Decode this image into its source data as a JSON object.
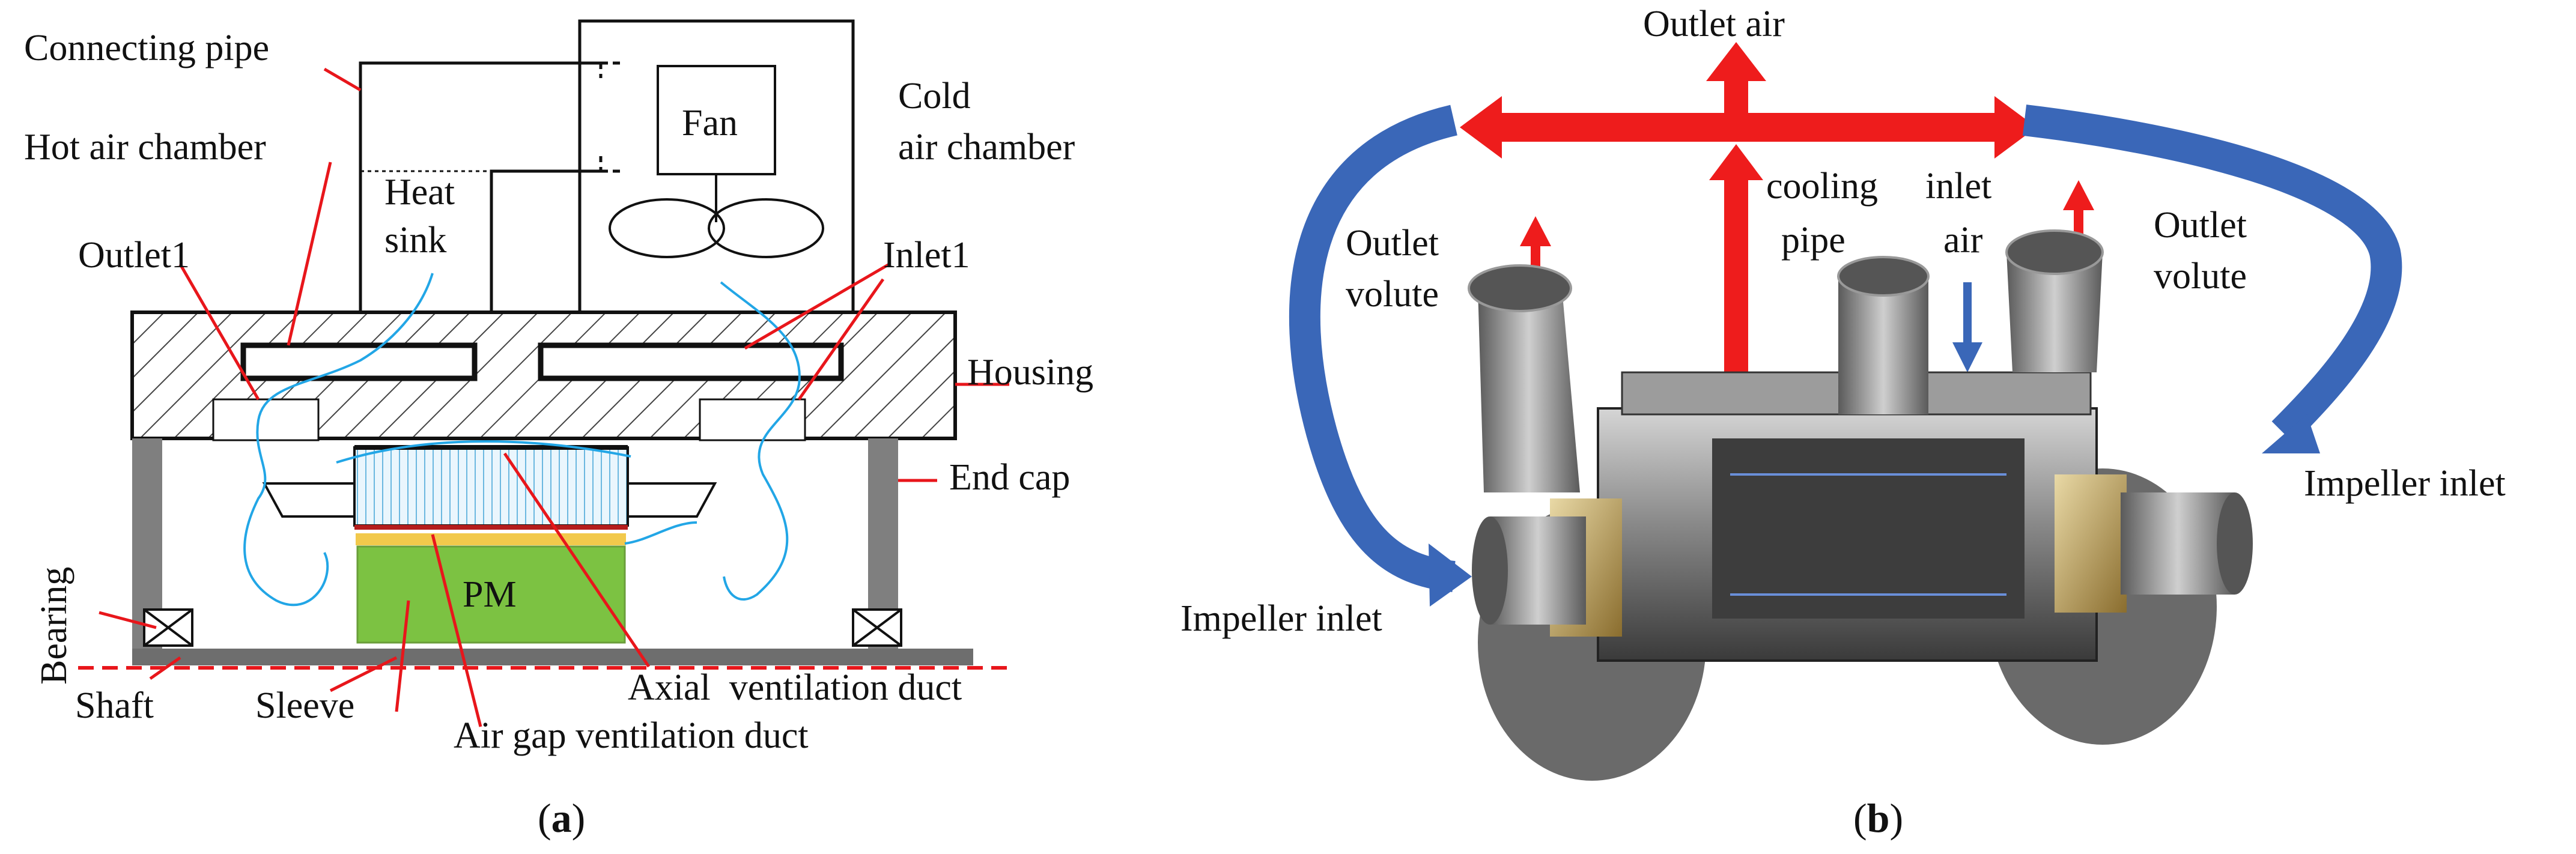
{
  "panel_a": {
    "caption_open": "(",
    "caption_letter": "a",
    "caption_close": ")",
    "labels": {
      "connecting_pipe": "Connecting pipe",
      "hot_air_chamber": "Hot air chamber",
      "outlet1": "Outlet1",
      "heat_sink_line1": "Heat",
      "heat_sink_line2": "sink",
      "fan": "Fan",
      "cold_air_chamber_line1": "Cold",
      "cold_air_chamber_line2": "air chamber",
      "inlet1": "Inlet1",
      "housing": "Housing",
      "end_cap": "End cap",
      "bearing": "Bearing",
      "pm": "PM",
      "shaft": "Shaft",
      "sleeve": "Sleeve",
      "axial_ventilation_duct": "Axial  ventilation duct",
      "air_gap_ventilation_duct": "Air gap ventilation duct"
    },
    "colors": {
      "leader": "#e8161b",
      "airflow": "#22a6e6",
      "pm": "#7cc242",
      "sleeve": "#f2c94c",
      "housing_hatch": "#444444",
      "end_cap": "#7f7f7f"
    }
  },
  "panel_b": {
    "caption_open": "(",
    "caption_letter": "b",
    "caption_close": ")",
    "labels": {
      "outlet_air": "Outlet air",
      "cooling_pipe_line1": "cooling",
      "cooling_pipe_line2": "pipe",
      "inlet_air_line1": "inlet",
      "inlet_air_line2": "air",
      "outlet_volute_left_line1": "Outlet",
      "outlet_volute_left_line2": "volute",
      "outlet_volute_right_line1": "Outlet",
      "outlet_volute_right_line2": "volute",
      "impeller_inlet_left": "Impeller inlet",
      "impeller_inlet_right": "Impeller inlet"
    },
    "colors": {
      "red_arrow": "#ee1c1c",
      "blue_arrow": "#3a67b8",
      "metal": "#8c8c8c",
      "brass": "#b59a5a"
    }
  }
}
